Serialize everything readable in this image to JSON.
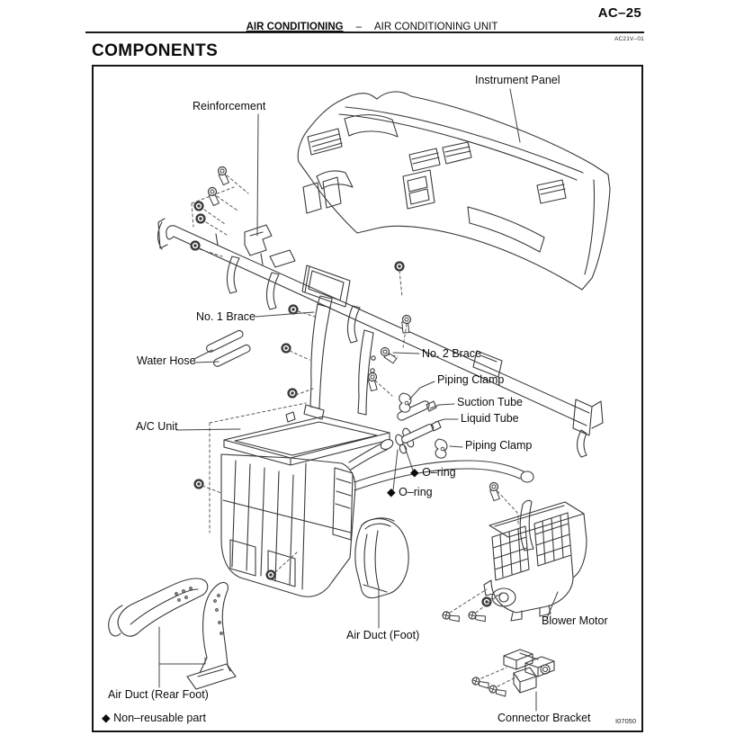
{
  "page": {
    "page_number": "AC–25",
    "section": "AIR CONDITIONING",
    "separator": "–",
    "subsection": "AIR CONDITIONING UNIT",
    "revision_code": "AC21V–01",
    "title": "COMPONENTS"
  },
  "figure": {
    "code": "I07050",
    "legend": "◆ Non–reusable part",
    "labels": {
      "instrument_panel": "Instrument Panel",
      "reinforcement": "Reinforcement",
      "no1_brace": "No. 1 Brace",
      "water_hose": "Water Hose",
      "no2_brace": "No. 2 Brace",
      "piping_clamp_upper": "Piping Clamp",
      "suction_tube": "Suction Tube",
      "liquid_tube": "Liquid Tube",
      "piping_clamp_lower": "Piping Clamp",
      "o_ring_upper": "◆ O–ring",
      "o_ring_lower": "◆ O–ring",
      "ac_unit": "A/C Unit",
      "air_duct_foot": "Air Duct (Foot)",
      "blower_motor": "Blower Motor",
      "air_duct_rear_foot": "Air Duct (Rear Foot)",
      "connector_bracket": "Connector Bracket"
    }
  }
}
